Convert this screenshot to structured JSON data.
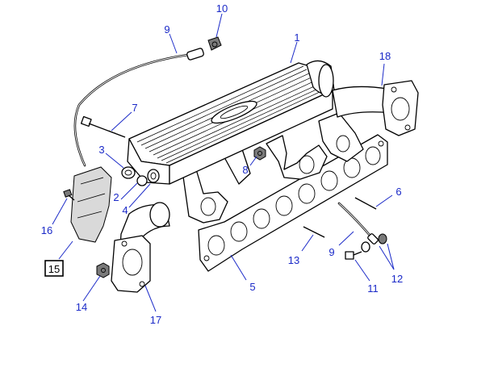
{
  "callouts": [
    {
      "id": "c1",
      "label": "1"
    },
    {
      "id": "c2",
      "label": "2"
    },
    {
      "id": "c3",
      "label": "3"
    },
    {
      "id": "c4",
      "label": "4"
    },
    {
      "id": "c5",
      "label": "5"
    },
    {
      "id": "c6",
      "label": "6"
    },
    {
      "id": "c7",
      "label": "7"
    },
    {
      "id": "c8",
      "label": "8"
    },
    {
      "id": "c9a",
      "label": "9"
    },
    {
      "id": "c9b",
      "label": "9"
    },
    {
      "id": "c10",
      "label": "10"
    },
    {
      "id": "c11",
      "label": "11"
    },
    {
      "id": "c12",
      "label": "12"
    },
    {
      "id": "c13",
      "label": "13"
    },
    {
      "id": "c14",
      "label": "14"
    },
    {
      "id": "c15",
      "label": "15"
    },
    {
      "id": "c16",
      "label": "16"
    },
    {
      "id": "c17",
      "label": "17"
    },
    {
      "id": "c18",
      "label": "18"
    }
  ],
  "colors": {
    "callout_text": "#1b2ac8",
    "line_art": "#000000",
    "background": "#ffffff",
    "highlighted_reference": "15"
  }
}
